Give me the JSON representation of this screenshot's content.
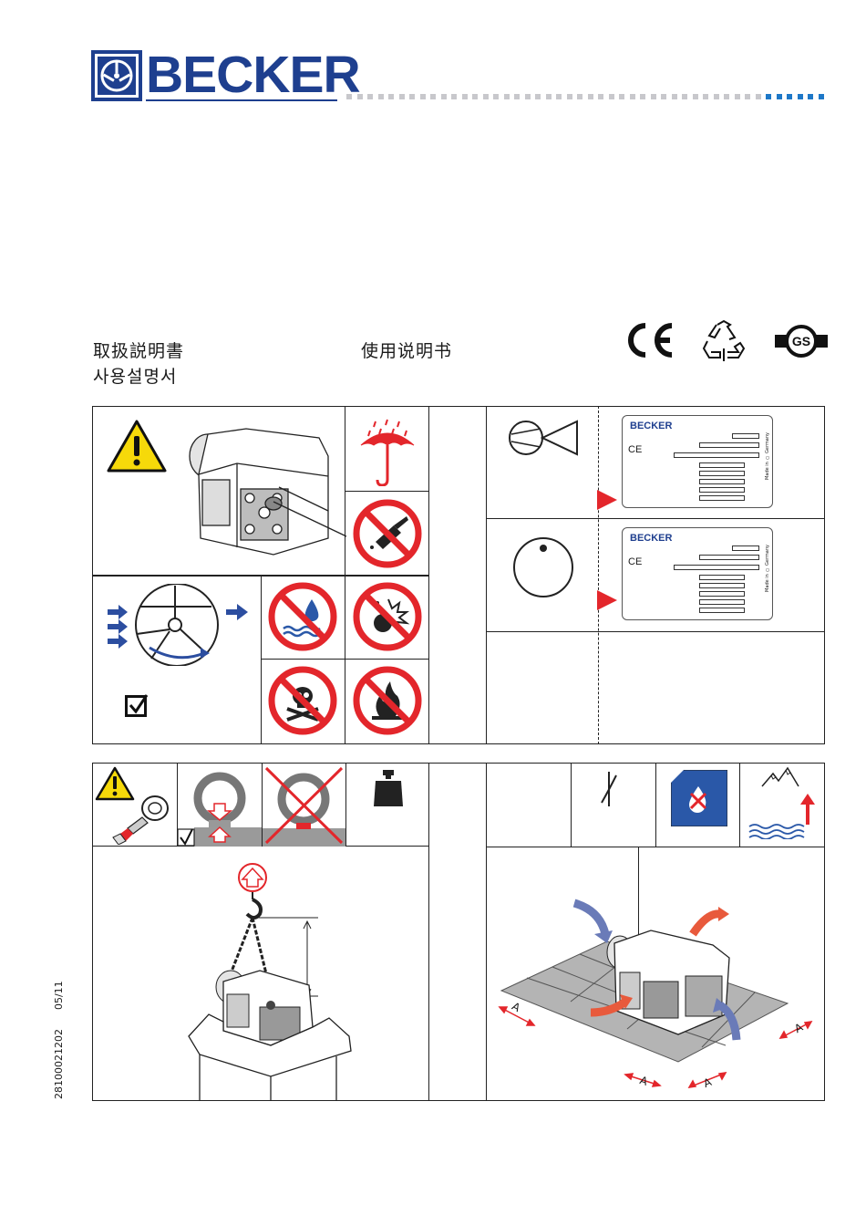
{
  "header": {
    "brand": "BECKER",
    "dot_gray": "#c8c8cc",
    "dot_blue": "#1e78c8",
    "brand_color": "#1e3f8f"
  },
  "titles": {
    "japanese": "取扱説明書",
    "korean": "사용설명서",
    "chinese": "使用说明书"
  },
  "marks": {
    "ce": "CE",
    "recycle_icon": "recycle-icon",
    "gs_icon": "gs-mark-icon"
  },
  "nameplate": {
    "brand": "BECKER",
    "ce": "CE",
    "made_in": "Made in ○ Germany"
  },
  "dimension_label": "A",
  "side": {
    "doc_number": "28100021202",
    "date": "05/11"
  },
  "colors": {
    "warning_yellow": "#f6d90a",
    "prohibition_red": "#e3262b",
    "arrow_blue": "#2c4ea0",
    "hot_air": "#e85a3c",
    "cold_air": "#6a7bb8",
    "floor_gray": "#b4b4b4",
    "sign_blue": "#2a58a8"
  }
}
